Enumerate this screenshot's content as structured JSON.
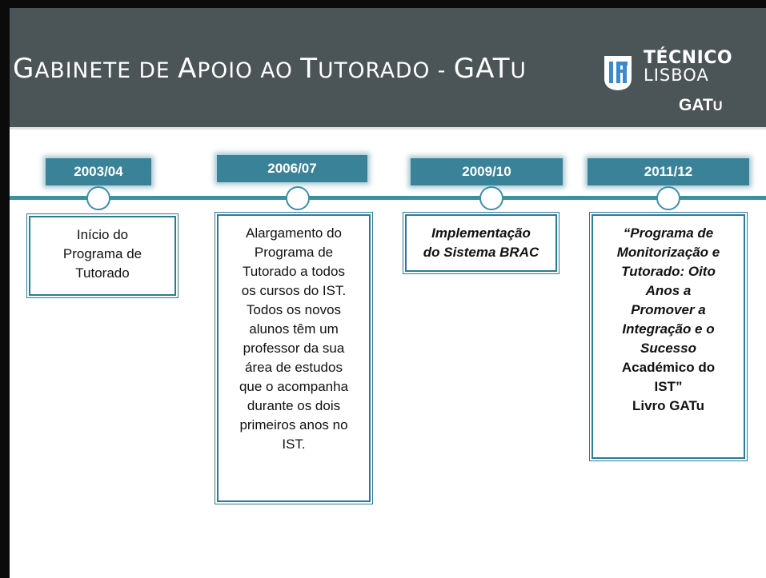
{
  "header": {
    "title": {
      "cap1": "G",
      "rest1": "ABINETE DE ",
      "cap2": "A",
      "rest2": "POIO AO ",
      "cap3": "T",
      "rest3": "UTORADO - ",
      "cap4": "GAT",
      "rest4": "U"
    },
    "logo": {
      "line1": "TÉCNICO",
      "line2": "LISBOA",
      "line3_main": "GAT",
      "line3_sc": "U"
    }
  },
  "timeline": [
    {
      "year": "2003/04",
      "lines": [
        "Início do",
        "Programa de",
        "Tutorado"
      ]
    },
    {
      "year": "2006/07",
      "lines": [
        "Alargamento do",
        "Programa de",
        "Tutorado a todos",
        "os cursos do IST.",
        "Todos os novos",
        "alunos têm um",
        "professor da  sua",
        "área de estudos",
        "que o acompanha",
        "durante os dois",
        "primeiros anos no",
        "IST."
      ]
    },
    {
      "year": "2009/10",
      "lines": [
        "Implementação",
        "do Sistema BRAC"
      ]
    },
    {
      "year": "2011/12",
      "italic_lines": [
        "“Programa de",
        "Monitorização e",
        "Tutorado: Oito",
        "Anos a",
        "Promover a",
        "Integração e o",
        "Sucesso"
      ],
      "plain_lines": [
        "Académico do",
        "IST”",
        "Livro GATu"
      ]
    }
  ],
  "colors": {
    "header_bg": "#4b5456",
    "accent": "#3a8297",
    "line": "#3f8fa3",
    "border": "#2e7a91"
  }
}
